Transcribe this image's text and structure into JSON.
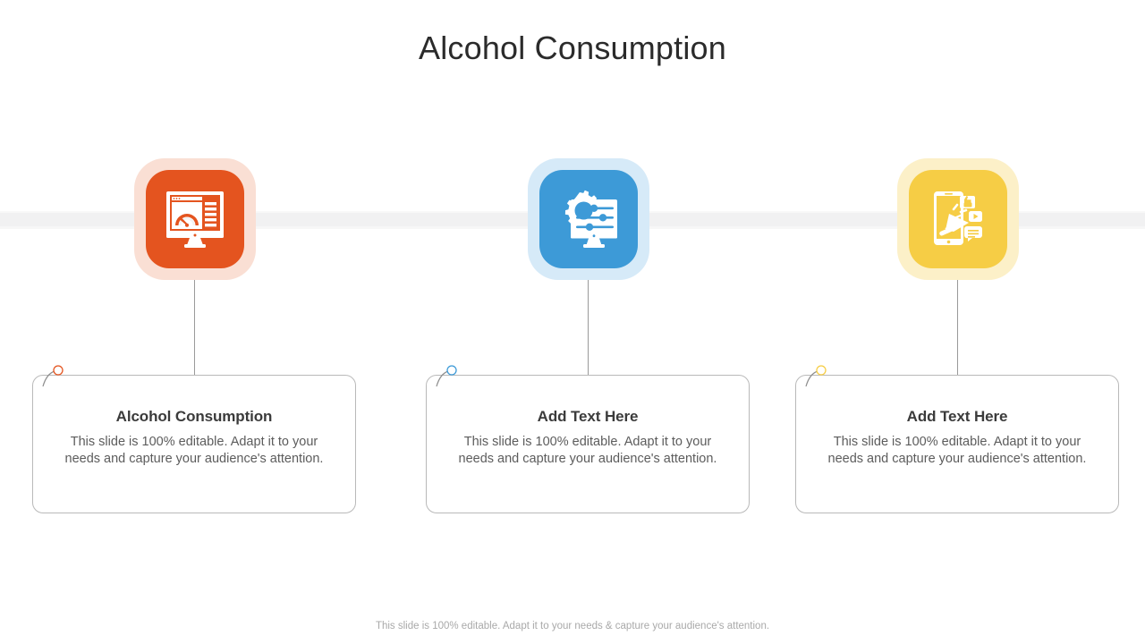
{
  "slide": {
    "title": "Alcohol Consumption",
    "footer": "This slide is 100% editable. Adapt it to your needs & capture your audience's attention.",
    "background": "#ffffff",
    "band_color": "#f1f1f2"
  },
  "columns": [
    {
      "accent": "#e4541f",
      "halo": "#fadfd4",
      "marker_color": "#e4541f",
      "icon_name": "monitor-gauge-dashboard-icon",
      "heading": "Alcohol Consumption",
      "body": "This slide is 100% editable. Adapt it to your needs and capture your audience's attention."
    },
    {
      "accent": "#3d9ad7",
      "halo": "#d6eaf8",
      "marker_color": "#3d9ad7",
      "icon_name": "monitor-gear-settings-icon",
      "heading": "Add Text Here",
      "body": "This slide is 100% editable. Adapt it to your needs and capture your audience's attention."
    },
    {
      "accent": "#f6cd45",
      "halo": "#fcf0c8",
      "marker_color": "#f6cd45",
      "icon_name": "smartphone-megaphone-social-icon",
      "heading": "Add Text Here",
      "body": "This slide is 100% editable. Adapt it to your needs and capture your audience's attention."
    }
  ]
}
